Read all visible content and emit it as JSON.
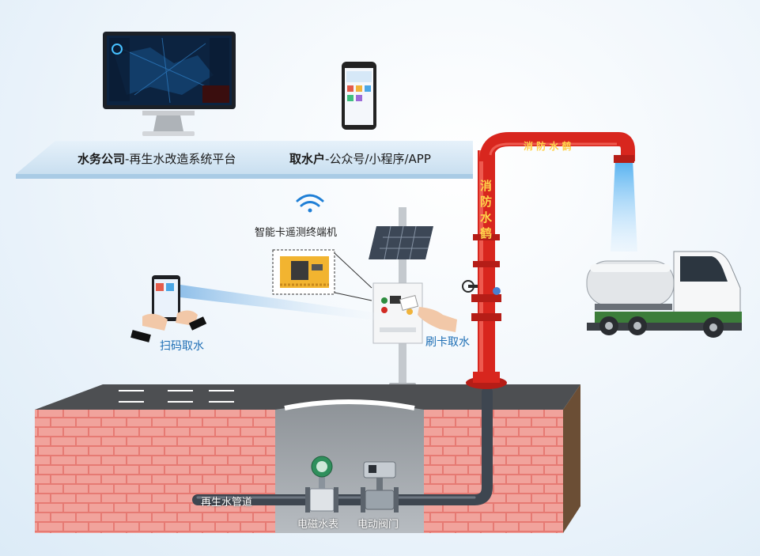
{
  "banner": {
    "water_company_bold": "水务公司",
    "water_company_rest": "-再生水改造系统平台",
    "taker_bold": "取水户",
    "taker_rest": "-公众号/小程序/APP"
  },
  "labels": {
    "terminal": "智能卡遥测终端机",
    "scan": "扫码取水",
    "swipe": "刷卡取水",
    "pipeline": "再生水管道",
    "meter": "电磁水表",
    "valve": "电动阀门"
  },
  "hydrant": {
    "top_text": "消 防 水 鹤",
    "vertical_chars": [
      "消",
      "防",
      "水",
      "鹤"
    ]
  },
  "colors": {
    "hydrant_red": "#d8261e",
    "brick": "#e9837c",
    "pipe": "#3e4650",
    "banner": "#cfe3f2",
    "text_blue": "#1f6fb5"
  }
}
